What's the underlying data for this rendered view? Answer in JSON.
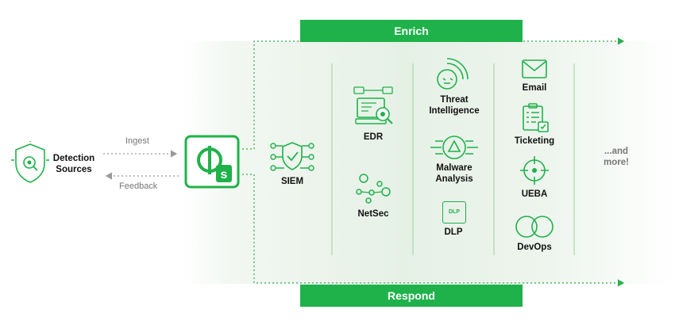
{
  "enrich_label": "Enrich",
  "respond_label": "Respond",
  "detection": {
    "line1": "Detection",
    "line2": "Sources"
  },
  "flows": {
    "ingest": "Ingest",
    "feedback": "Feedback"
  },
  "logo": {
    "text": "s"
  },
  "columns": {
    "siem": "SIEM",
    "edr": "EDR",
    "netsec": "NetSec",
    "threat": {
      "line1": "Threat",
      "line2": "Intelligence"
    },
    "malware": {
      "line1": "Malware",
      "line2": "Analysis"
    },
    "dlp": "DLP",
    "dlp_icon_text": "DLP",
    "email": "Email",
    "ticketing": "Ticketing",
    "ueba": "UEBA",
    "devops": "DevOps",
    "more": {
      "line1": "...and",
      "line2": "more!"
    }
  },
  "colors": {
    "accent": "#1fb24a",
    "arrow": "#2bb04a",
    "separator": "#9fcf9f"
  }
}
